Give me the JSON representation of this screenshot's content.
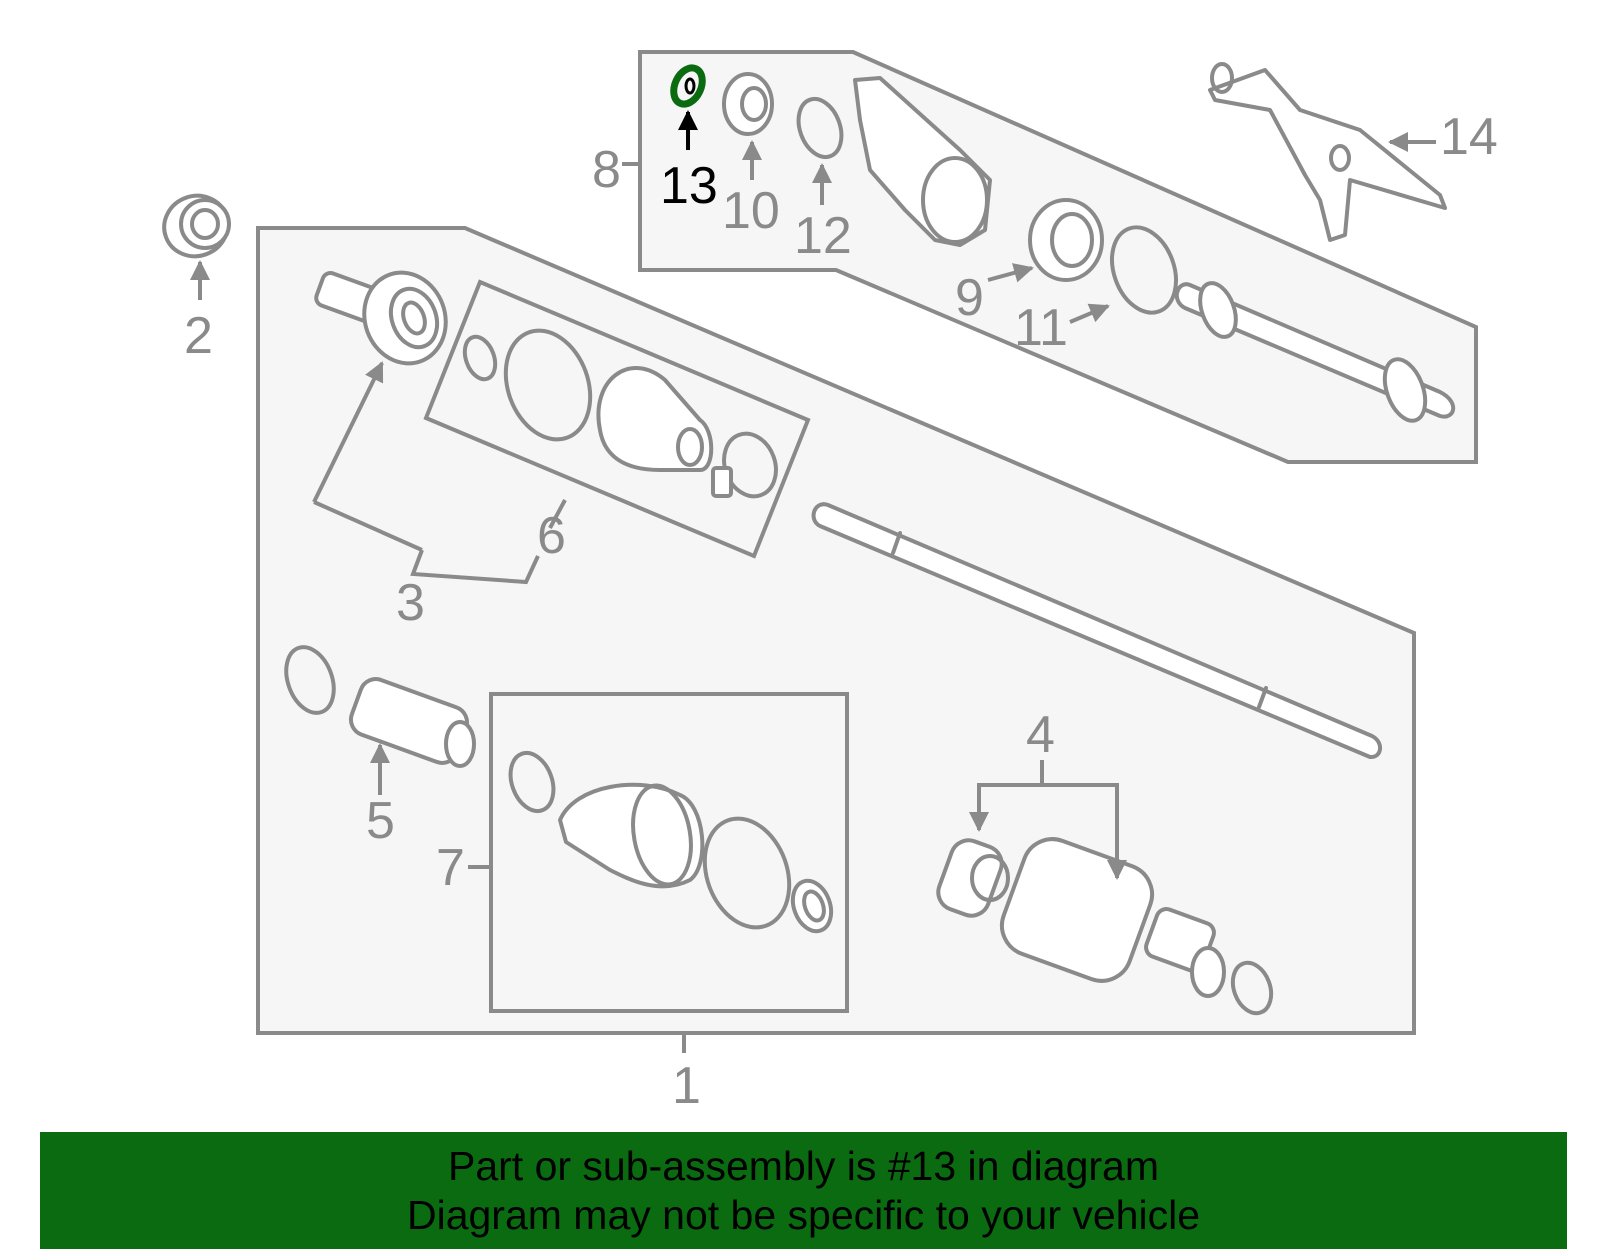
{
  "callouts": {
    "n1": "1",
    "n2": "2",
    "n3": "3",
    "n4": "4",
    "n5": "5",
    "n6": "6",
    "n7": "7",
    "n8": "8",
    "n9": "9",
    "n10": "10",
    "n11": "11",
    "n12": "12",
    "n13": "13",
    "n14": "14"
  },
  "highlight": {
    "part": "13",
    "color": "#0b6b10"
  },
  "banner": {
    "line1": "Part or sub-assembly is #13 in diagram",
    "line2": "Diagram may not be specific to your vehicle",
    "background": "#0b6b10"
  }
}
